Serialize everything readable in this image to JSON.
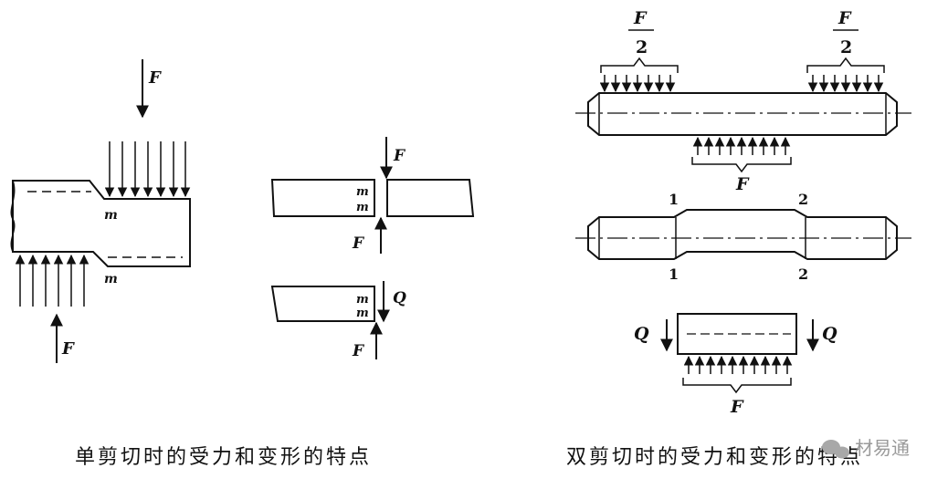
{
  "left": {
    "caption": "单剪切时的受力和变形的特点",
    "force_top": "F",
    "force_bottom": "F",
    "section_label_top": "m",
    "section_label_bottom": "m",
    "fb1": {
      "label_m1": "m",
      "label_m2": "m",
      "force_top": "F",
      "force_bottom": "F"
    },
    "fb2": {
      "label_m1": "m",
      "label_m2": "m",
      "shear": "Q",
      "force_bottom": "F"
    }
  },
  "right": {
    "caption": "双剪切时的受力和变形的特点",
    "half_load_left": {
      "numerator": "F",
      "denominator": "2"
    },
    "half_load_right": {
      "numerator": "F",
      "denominator": "2"
    },
    "bottom_load": "F",
    "section_1_top": "1",
    "section_1_bottom": "1",
    "section_2_top": "2",
    "section_2_bottom": "2",
    "piece": {
      "shear_left": "Q",
      "shear_right": "Q",
      "load": "F"
    }
  },
  "watermark": "材易通"
}
